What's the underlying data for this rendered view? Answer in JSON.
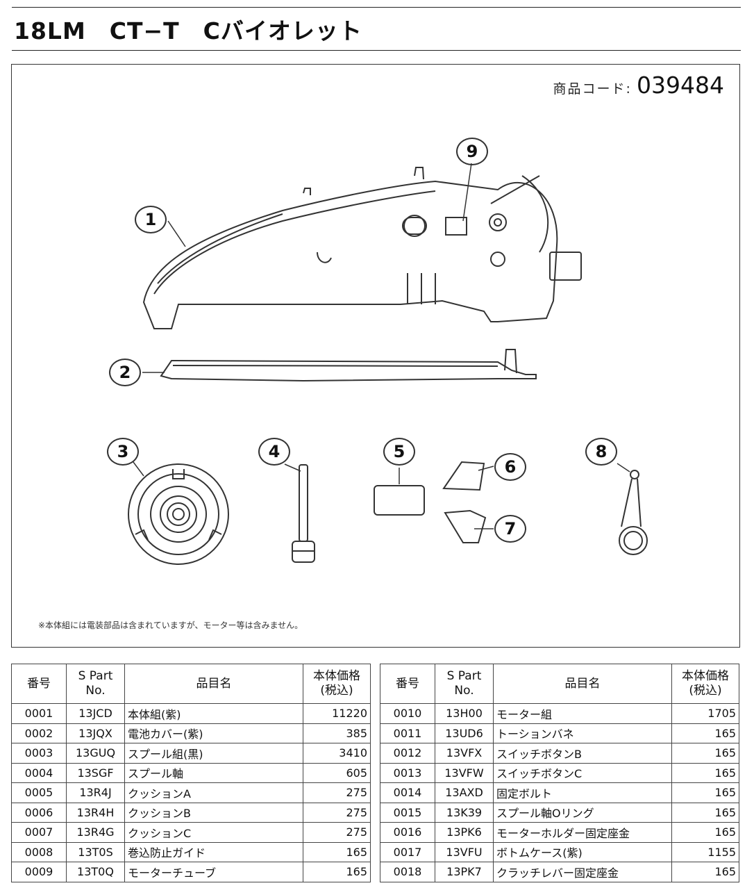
{
  "title": "18LM　CT−T　Cバイオレット",
  "product_code": {
    "label": "商品コード:",
    "value": "039484"
  },
  "diagram": {
    "callouts": [
      "1",
      "2",
      "3",
      "4",
      "5",
      "6",
      "7",
      "8",
      "9"
    ],
    "note": "※本体組には電装部品は含まれていますが、モーター等は含みません。"
  },
  "table": {
    "headers": {
      "no": "番号",
      "part_line1": "S Part",
      "part_line2": "No.",
      "name": "品目名",
      "price_line1": "本体価格",
      "price_line2": "(税込)"
    },
    "left": [
      {
        "no": "0001",
        "part": "13JCD",
        "name": "本体組(紫)",
        "price": "11220"
      },
      {
        "no": "0002",
        "part": "13JQX",
        "name": "電池カバー(紫)",
        "price": "385"
      },
      {
        "no": "0003",
        "part": "13GUQ",
        "name": "スプール組(黒)",
        "price": "3410"
      },
      {
        "no": "0004",
        "part": "13SGF",
        "name": "スプール軸",
        "price": "605"
      },
      {
        "no": "0005",
        "part": "13R4J",
        "name": "クッションA",
        "price": "275"
      },
      {
        "no": "0006",
        "part": "13R4H",
        "name": "クッションB",
        "price": "275"
      },
      {
        "no": "0007",
        "part": "13R4G",
        "name": "クッションC",
        "price": "275"
      },
      {
        "no": "0008",
        "part": "13T0S",
        "name": "巻込防止ガイド",
        "price": "165"
      },
      {
        "no": "0009",
        "part": "13T0Q",
        "name": "モーターチューブ",
        "price": "165"
      }
    ],
    "right": [
      {
        "no": "0010",
        "part": "13H00",
        "name": "モーター組",
        "price": "1705"
      },
      {
        "no": "0011",
        "part": "13UD6",
        "name": "トーションバネ",
        "price": "165"
      },
      {
        "no": "0012",
        "part": "13VFX",
        "name": "スイッチボタンB",
        "price": "165"
      },
      {
        "no": "0013",
        "part": "13VFW",
        "name": "スイッチボタンC",
        "price": "165"
      },
      {
        "no": "0014",
        "part": "13AXD",
        "name": "固定ボルト",
        "price": "165"
      },
      {
        "no": "0015",
        "part": "13K39",
        "name": "スプール軸Oリング",
        "price": "165"
      },
      {
        "no": "0016",
        "part": "13PK6",
        "name": "モーターホルダー固定座金",
        "price": "165"
      },
      {
        "no": "0017",
        "part": "13VFU",
        "name": "ボトムケース(紫)",
        "price": "1155"
      },
      {
        "no": "0018",
        "part": "13PK7",
        "name": "クラッチレバー固定座金",
        "price": "165"
      }
    ]
  }
}
